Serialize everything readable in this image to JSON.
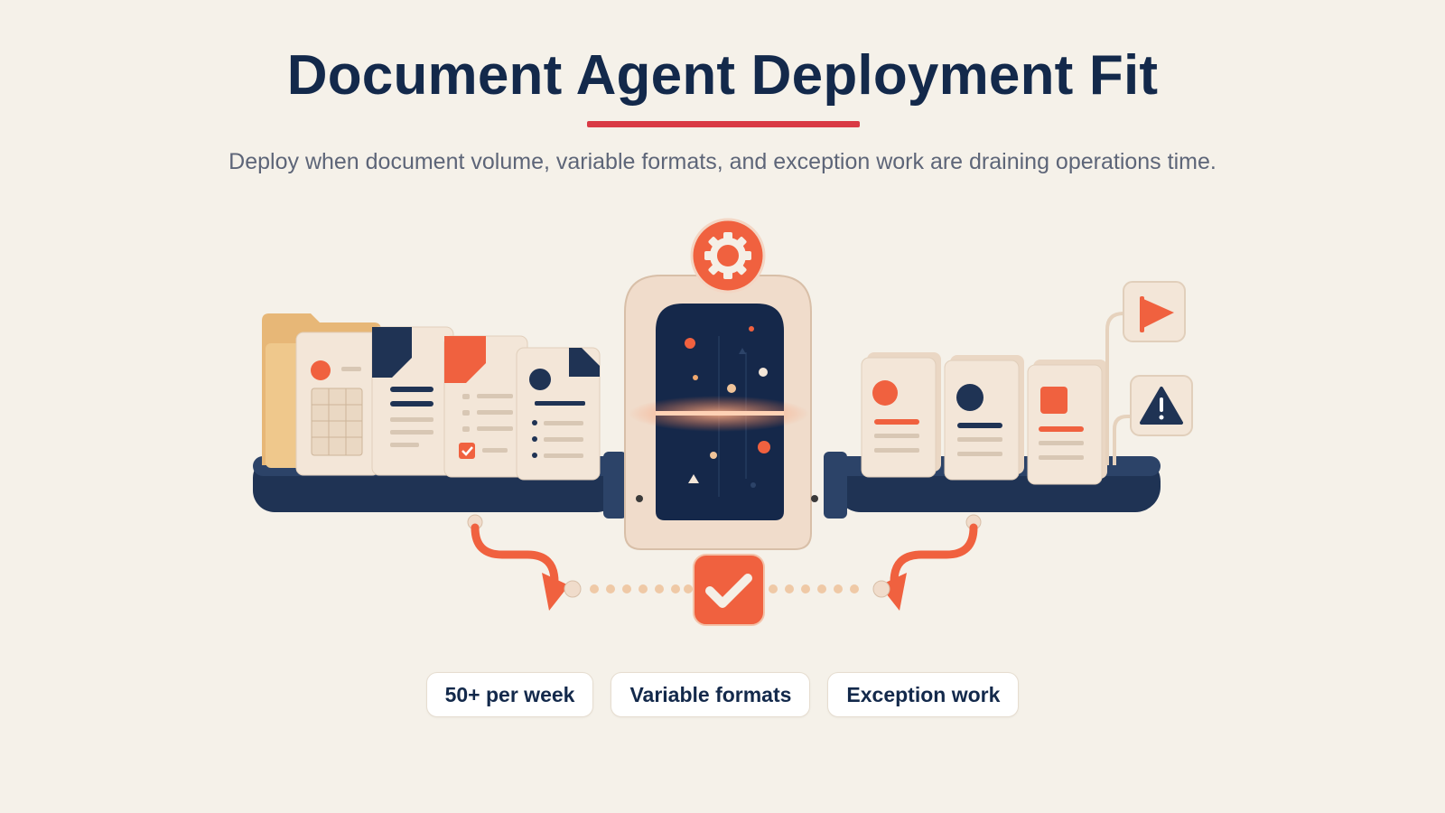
{
  "header": {
    "title": "Document Agent Deployment Fit",
    "subtitle": "Deploy when document volume, variable formats, and exception work are draining operations time."
  },
  "pills": [
    {
      "label": "50+ per week"
    },
    {
      "label": "Variable formats"
    },
    {
      "label": "Exception work"
    }
  ],
  "colors": {
    "navy": "#13294b",
    "accent_red": "#d93a45",
    "coral": "#f0613f",
    "cream": "#f3e6d8",
    "background": "#f5f1e9",
    "subtitle_gray": "#5d6578"
  },
  "icons": [
    "folder-icon",
    "spreadsheet-document-icon",
    "text-document-icon",
    "checklist-document-icon",
    "profile-document-icon",
    "gear-icon",
    "scanner-icon",
    "check-icon",
    "flag-icon",
    "warning-icon",
    "output-document-icon"
  ]
}
